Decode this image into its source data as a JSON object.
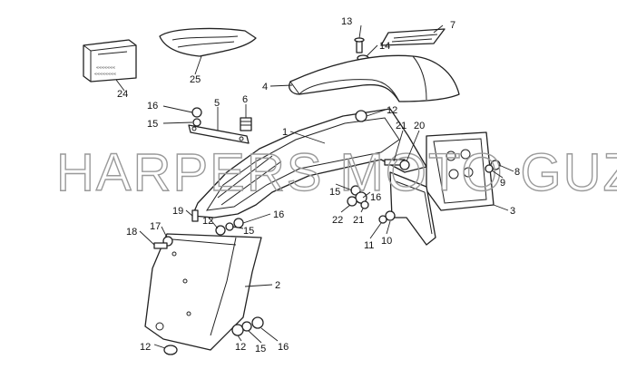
{
  "watermark": "HARPERS MOTO GUZZI©",
  "pack_label": {
    "line1": "«««««««",
    "line2": "««««««««"
  },
  "callouts": {
    "n1": "1",
    "n2": "2",
    "n3": "3",
    "n4": "4",
    "n5": "5",
    "n6": "6",
    "n7": "7",
    "n8": "8",
    "n9": "9",
    "n10": "10",
    "n11": "11",
    "n12a": "12",
    "n12b": "12",
    "n12c": "12",
    "n12d": "12",
    "n13": "13",
    "n14": "14",
    "n15a": "15",
    "n15b": "15",
    "n15c": "15",
    "n15d": "15",
    "n16a": "16",
    "n16b": "16",
    "n16c": "16",
    "n16d": "16",
    "n17": "17",
    "n18": "18",
    "n19": "19",
    "n20": "20",
    "n21a": "21",
    "n21b": "21",
    "n22": "22",
    "n24": "24",
    "n25": "25"
  }
}
